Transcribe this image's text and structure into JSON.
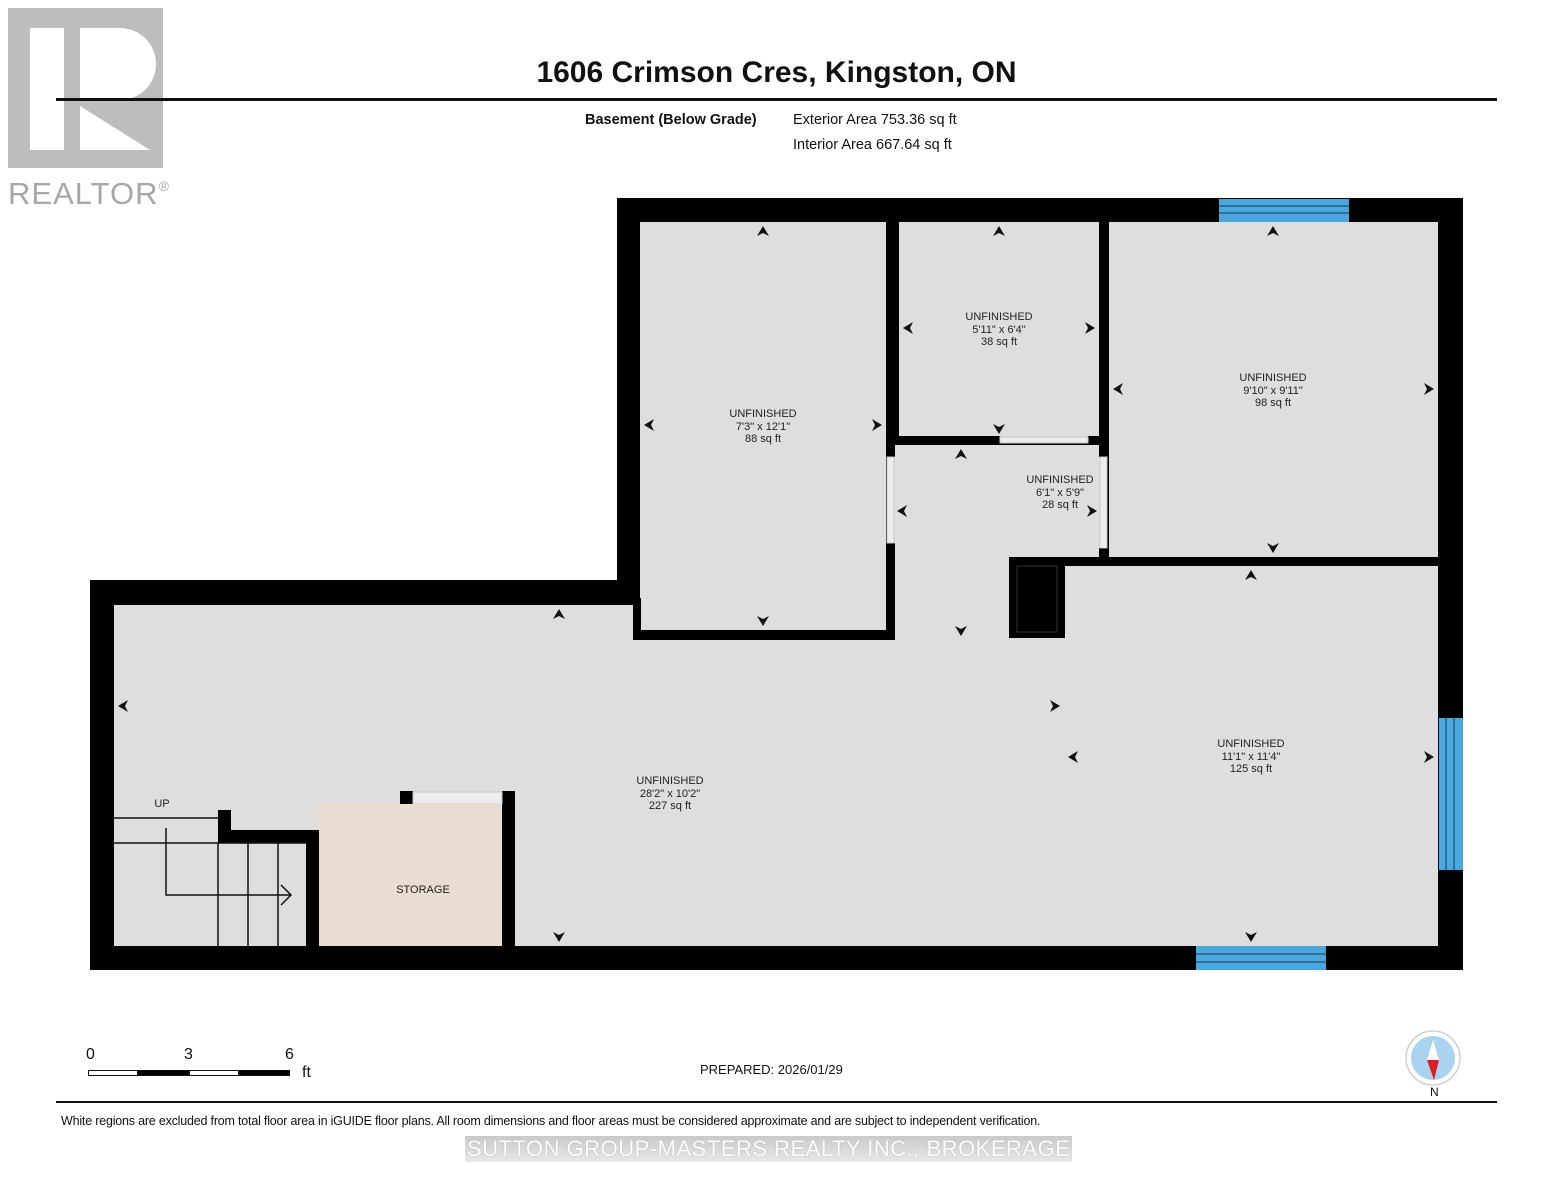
{
  "logo": {
    "text": "REALTOR",
    "registered": "®"
  },
  "header": {
    "title": "1606 Crimson Cres, Kingston, ON",
    "level": "Basement (Below Grade)",
    "exterior_area": "Exterior Area 753.36 sq ft",
    "interior_area": "Interior Area 667.64 sq ft"
  },
  "rooms": [
    {
      "name": "UNFINISHED",
      "dims": "7'3\" x 12'1\"",
      "area": "88 sq ft"
    },
    {
      "name": "UNFINISHED",
      "dims": "5'11\" x 6'4\"",
      "area": "38 sq ft"
    },
    {
      "name": "UNFINISHED",
      "dims": "9'10\" x 9'11\"",
      "area": "98 sq ft"
    },
    {
      "name": "UNFINISHED",
      "dims": "6'1\" x 5'9\"",
      "area": "28 sq ft"
    },
    {
      "name": "UNFINISHED",
      "dims": "11'1\" x 11'4\"",
      "area": "125 sq ft"
    },
    {
      "name": "UNFINISHED",
      "dims": "28'2\" x 10'2\"",
      "area": "227 sq ft"
    },
    {
      "name": "STORAGE"
    }
  ],
  "stairs": {
    "label": "UP"
  },
  "scale": {
    "ticks": [
      "0",
      "3",
      "6"
    ],
    "unit": "ft"
  },
  "prepared": "PREPARED: 2026/01/29",
  "compass": {
    "label": "N"
  },
  "disclaimer": "White regions are excluded from total floor area in iGUIDE floor plans. All room dimensions and floor areas must be considered approximate and are subject to independent verification.",
  "brokerage": "SUTTON GROUP-MASTERS REALTY INC., BROKERAGE",
  "colors": {
    "wall": "#000000",
    "floor": "#dedede",
    "storage": "#e8ddd0",
    "window": "#4aa8de",
    "compass_ring": "#a9d3ef",
    "compass_needle": "#d81f26"
  }
}
